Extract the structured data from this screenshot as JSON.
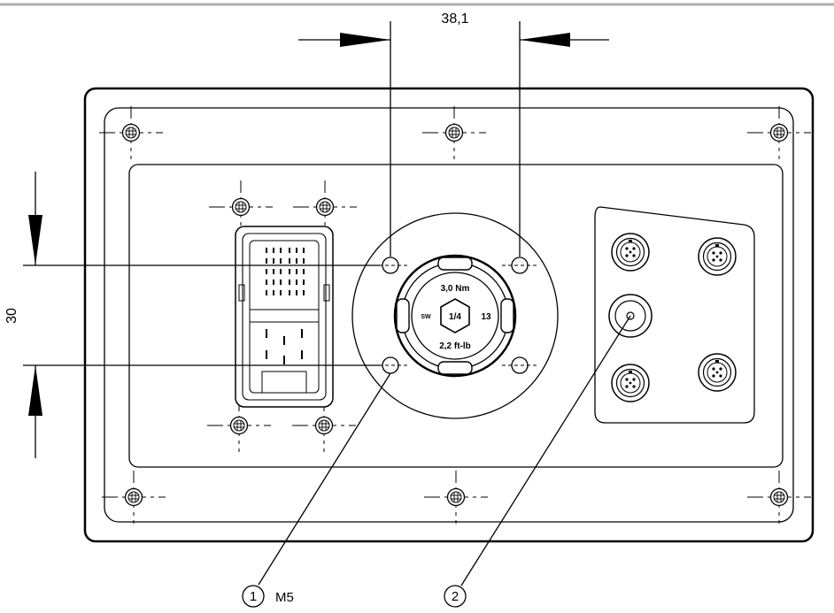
{
  "dimensions": {
    "horizontal_label": "38,1",
    "vertical_label": "30"
  },
  "callouts": [
    {
      "number": "1",
      "label": "M5"
    },
    {
      "number": "2",
      "label": ""
    }
  ],
  "hub_markings": {
    "torque_nm": "3,0 Nm",
    "torque_ftlb": "2,2 ft-lb",
    "hex_size": "1/4",
    "left_mark": "SW",
    "right_mark": "13"
  },
  "colors": {
    "line": "#000000",
    "background": "#ffffff",
    "header_rule": "#b0b0b0"
  }
}
